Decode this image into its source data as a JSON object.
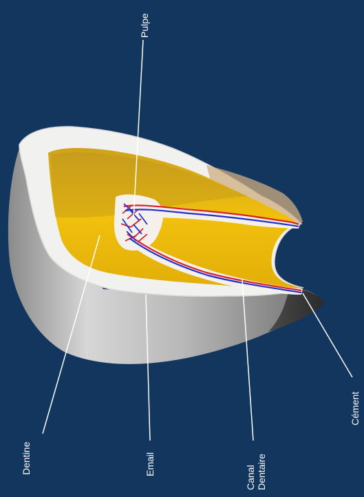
{
  "diagram": {
    "labels": {
      "pulpe": "Pulpe",
      "dentine": "Dentine",
      "email": "Email",
      "canal_line1": "Canal",
      "canal_line2": "Dentaire",
      "cement": "Cément"
    },
    "colors": {
      "background": "#13365f",
      "enamel": "#f2f2f0",
      "dentine": "#e8b40e",
      "outer_surface": "#a8a8a8",
      "cementum": "#c9a77a",
      "artery": "#d8202c",
      "vein": "#2030c8",
      "leader_line": "#ffffff"
    }
  }
}
